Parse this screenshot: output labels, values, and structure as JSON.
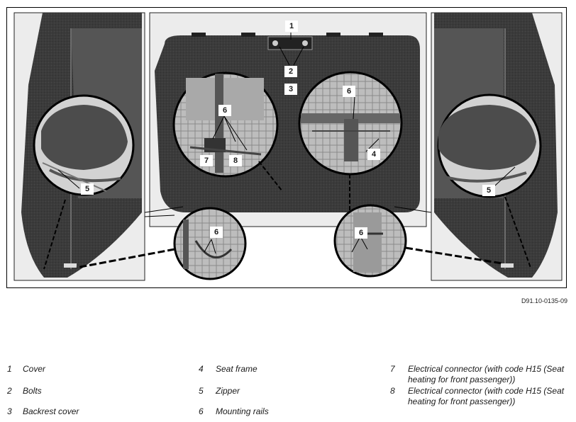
{
  "figure": {
    "id": "D91.10-0135-09",
    "callouts": [
      "1",
      "2",
      "3",
      "4",
      "5",
      "5",
      "6",
      "6",
      "6",
      "6",
      "7",
      "8"
    ]
  },
  "legend": [
    {
      "num": "1",
      "text": "Cover"
    },
    {
      "num": "2",
      "text": "Bolts"
    },
    {
      "num": "3",
      "text": "Backrest cover"
    },
    {
      "num": "4",
      "text": "Seat frame"
    },
    {
      "num": "5",
      "text": "Zipper"
    },
    {
      "num": "6",
      "text": "Mounting rails"
    },
    {
      "num": "7",
      "text": "Electrical connector (with code H15 (Seat heating for front passenger))"
    },
    {
      "num": "8",
      "text": "Electrical connector (with code H15 (Seat heating for front passenger))"
    }
  ]
}
